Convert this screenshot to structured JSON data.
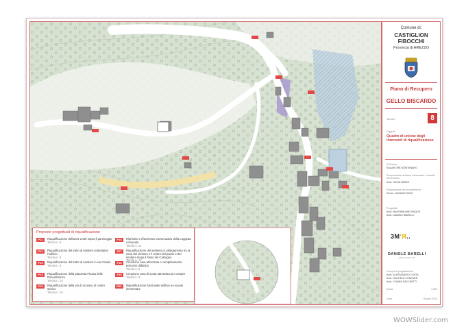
{
  "comune": {
    "label": "Comune di:",
    "name_line1": "CASTIGLION",
    "name_line2": "FIBOCCHI",
    "provincia": "Provincia di AREZZO"
  },
  "piano": {
    "title": "Piano di Recupero",
    "location": "GELLO BISCARDO"
  },
  "tavola": {
    "label": "Tavola:",
    "number": "8"
  },
  "oggetto": {
    "label": "Oggetto:",
    "value": "Quadro di unione degli interventi di riqualificazione"
  },
  "credits": {
    "sindaco_label": "Il Sindaco",
    "sindaco_name": "SALVATORE MONTANARO",
    "resp_area_label": "Responsabile dell'area Urbanistica e Assetto del territorio",
    "resp_area_name": "Arch. SILVIA PARIGI",
    "resp_proc_label": "Responsabile del procedimento",
    "resp_proc_name": "Geom. LUCIANO VINCI",
    "progettisti_label": "Progettisti:",
    "progettisti": [
      "Arch. MASSIMILIANO RAQUE",
      "Arch. DANIELE BARELLI"
    ],
    "gruppo_label": "Gruppo di progettazione:",
    "gruppo": [
      "Arch. ALESSANDRO CARTA",
      "Arch. RACHELE CONOVER",
      "Arch. CHIARA SACCHETTI"
    ],
    "scala_label": "Scala:",
    "scala_value": "1:500",
    "data_label": "Data:",
    "data_value": "Giugno 2011"
  },
  "logos": {
    "studio1_a": "3M",
    "studio1_b": "'Я",
    "studio1_c": "..",
    "studio2_name": "DANIELE BARELLI",
    "studio2_sub": "ARCHITETTO"
  },
  "legend": {
    "title": "Proposte progettuali di riqualificazione",
    "items_left": [
      {
        "code": "P11",
        "text": "Riqualificazione dell'area verde sopra il parcheggio",
        "sub": "Tavola n. 9"
      },
      {
        "code": "P12",
        "text": "Riqualificazione del tratto di sentiero sottostante l'edificio",
        "sub": "Tavola n. 9"
      },
      {
        "code": "P13",
        "text": "Riqualificazione del tratto di sentiero in via Canale",
        "sub": "Tavola n. 9"
      },
      {
        "code": "P14",
        "text": "Riqualificazione della piazzetta Piazza delle Rimembranze",
        "sub": "Tavola n. 10"
      },
      {
        "code": "P15",
        "text": "Riqualificazione della via di accesso al centro storico",
        "sub": "Tavola n. 10"
      }
    ],
    "items_right": [
      {
        "code": "P16",
        "text": "Ripristino e rifacimento conservativo della Loggetta comunale",
        "sub": "Tavola n. 11"
      },
      {
        "code": "P17",
        "text": "Riqualificazione del sentiero di collegamento tra la zona del cimitero e il centro del paese e del sentiero lungo il fosso del Castagno",
        "sub": "Tavola n. 12"
      },
      {
        "code": "P18",
        "text": "Creazione area attrezzata e completamento percorso didattico",
        "sub": "Tavola n. 8"
      },
      {
        "code": "P19",
        "text": "Creazione area di sosta attrezzata per camper",
        "sub": "Tavola n. 9"
      },
      {
        "code": "PR1",
        "text": "Riqualificazione funzionale edificio ex-scuola elementare",
        "sub": ""
      }
    ]
  },
  "map_labels": [
    "P17",
    "P16",
    "P11",
    "P12",
    "P13",
    "P14",
    "P15",
    "P18",
    "P19",
    "PR1"
  ],
  "colors": {
    "accent_red": "#d23a3a",
    "terrain_green": "#cfdccb",
    "building_gray": "#8f8f8f",
    "road_white": "#ffffff",
    "blue_hatch": "#8fb0cf",
    "purple_area": "#a99ad0",
    "path_yellow": "#f2e2a8"
  },
  "watermark": "WOWSlider.com"
}
